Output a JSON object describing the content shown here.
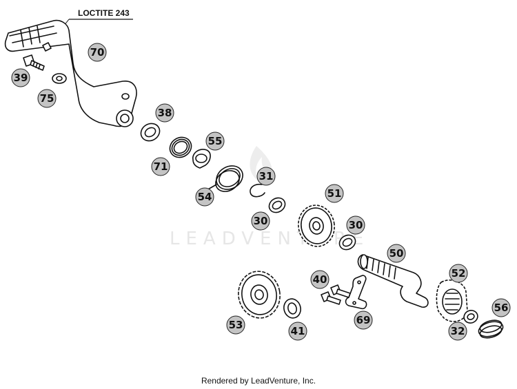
{
  "diagram": {
    "loctite_label": "LOCTITE 243",
    "watermark": "LEADVENTURE",
    "footer": "Rendered by LeadVenture, Inc.",
    "callouts": [
      "70",
      "39",
      "75",
      "38",
      "71",
      "55",
      "54",
      "31",
      "30",
      "51",
      "30",
      "50",
      "40",
      "52",
      "69",
      "53",
      "41",
      "32",
      "56"
    ]
  },
  "colors": {
    "callout_fill": "#c4c4c4",
    "line": "#111111",
    "watermark": "#e6e6e6"
  }
}
